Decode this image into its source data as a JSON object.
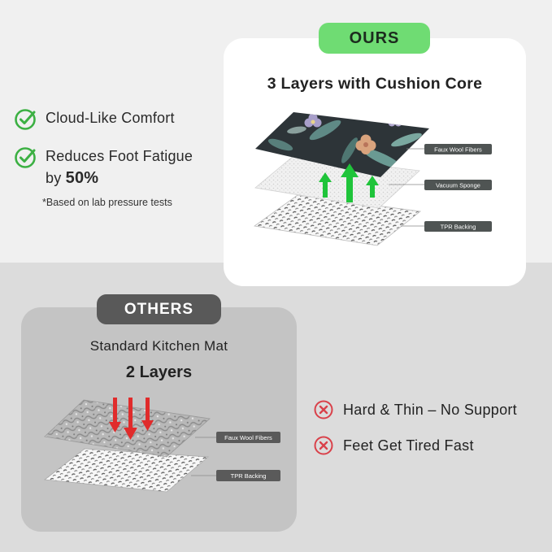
{
  "ours": {
    "badge": "OURS",
    "title": "3 Layers with Cushion Core",
    "layers": [
      "Faux Wool Fibers",
      "Vacuum Sponge",
      "TPR Backing"
    ]
  },
  "benefits": [
    {
      "text": "Cloud-Like Comfort"
    },
    {
      "text": "Reduces Foot Fatigue",
      "line2_prefix": "by",
      "highlight": "50%"
    }
  ],
  "footnote": "*Based on lab pressure tests",
  "others": {
    "badge": "OTHERS",
    "subtitle": "Standard Kitchen Mat",
    "title": "2 Layers",
    "layers": [
      "Faux Wool Fibers",
      "TPR Backing"
    ]
  },
  "cons": [
    {
      "text": "Hard & Thin – No Support"
    },
    {
      "text": "Feet Get Tired Fast"
    }
  ],
  "colors": {
    "accent_green": "#6fdc73",
    "check_green": "#3cb043",
    "others_gray": "#595959",
    "x_red": "#d9414a",
    "arrow_green": "#1fc43a",
    "arrow_red": "#e02b2b"
  },
  "icons": [
    "check-circle-icon",
    "x-circle-icon",
    "up-arrow-icon",
    "down-arrow-icon"
  ]
}
